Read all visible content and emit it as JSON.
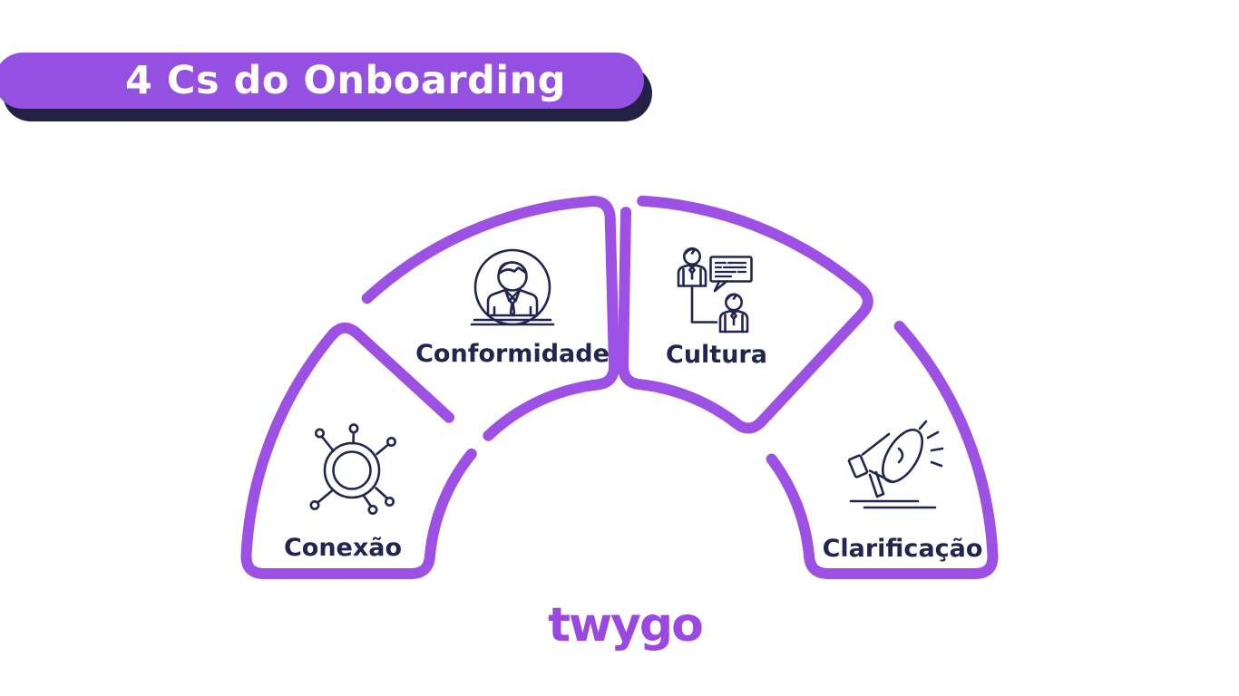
{
  "banner": {
    "title": "4 Cs do Onboarding"
  },
  "segments": [
    {
      "id": "conformidade",
      "label": "Conformidade",
      "icon": "businessman-desk-icon"
    },
    {
      "id": "cultura",
      "label": "Cultura",
      "icon": "people-conversation-icon"
    },
    {
      "id": "conexao",
      "label": "Conexão",
      "icon": "network-hub-icon"
    },
    {
      "id": "clarificacao",
      "label": "Clarificação",
      "icon": "megaphone-icon"
    }
  ],
  "logo": {
    "text": "twygo"
  },
  "colors": {
    "accent_purple": "#9C51E4",
    "banner_purple": "#9450E0",
    "shadow_navy": "#232144",
    "ink_navy": "#212650",
    "logo_purple": "#9B47E2",
    "bg": "#FFFFFF"
  }
}
